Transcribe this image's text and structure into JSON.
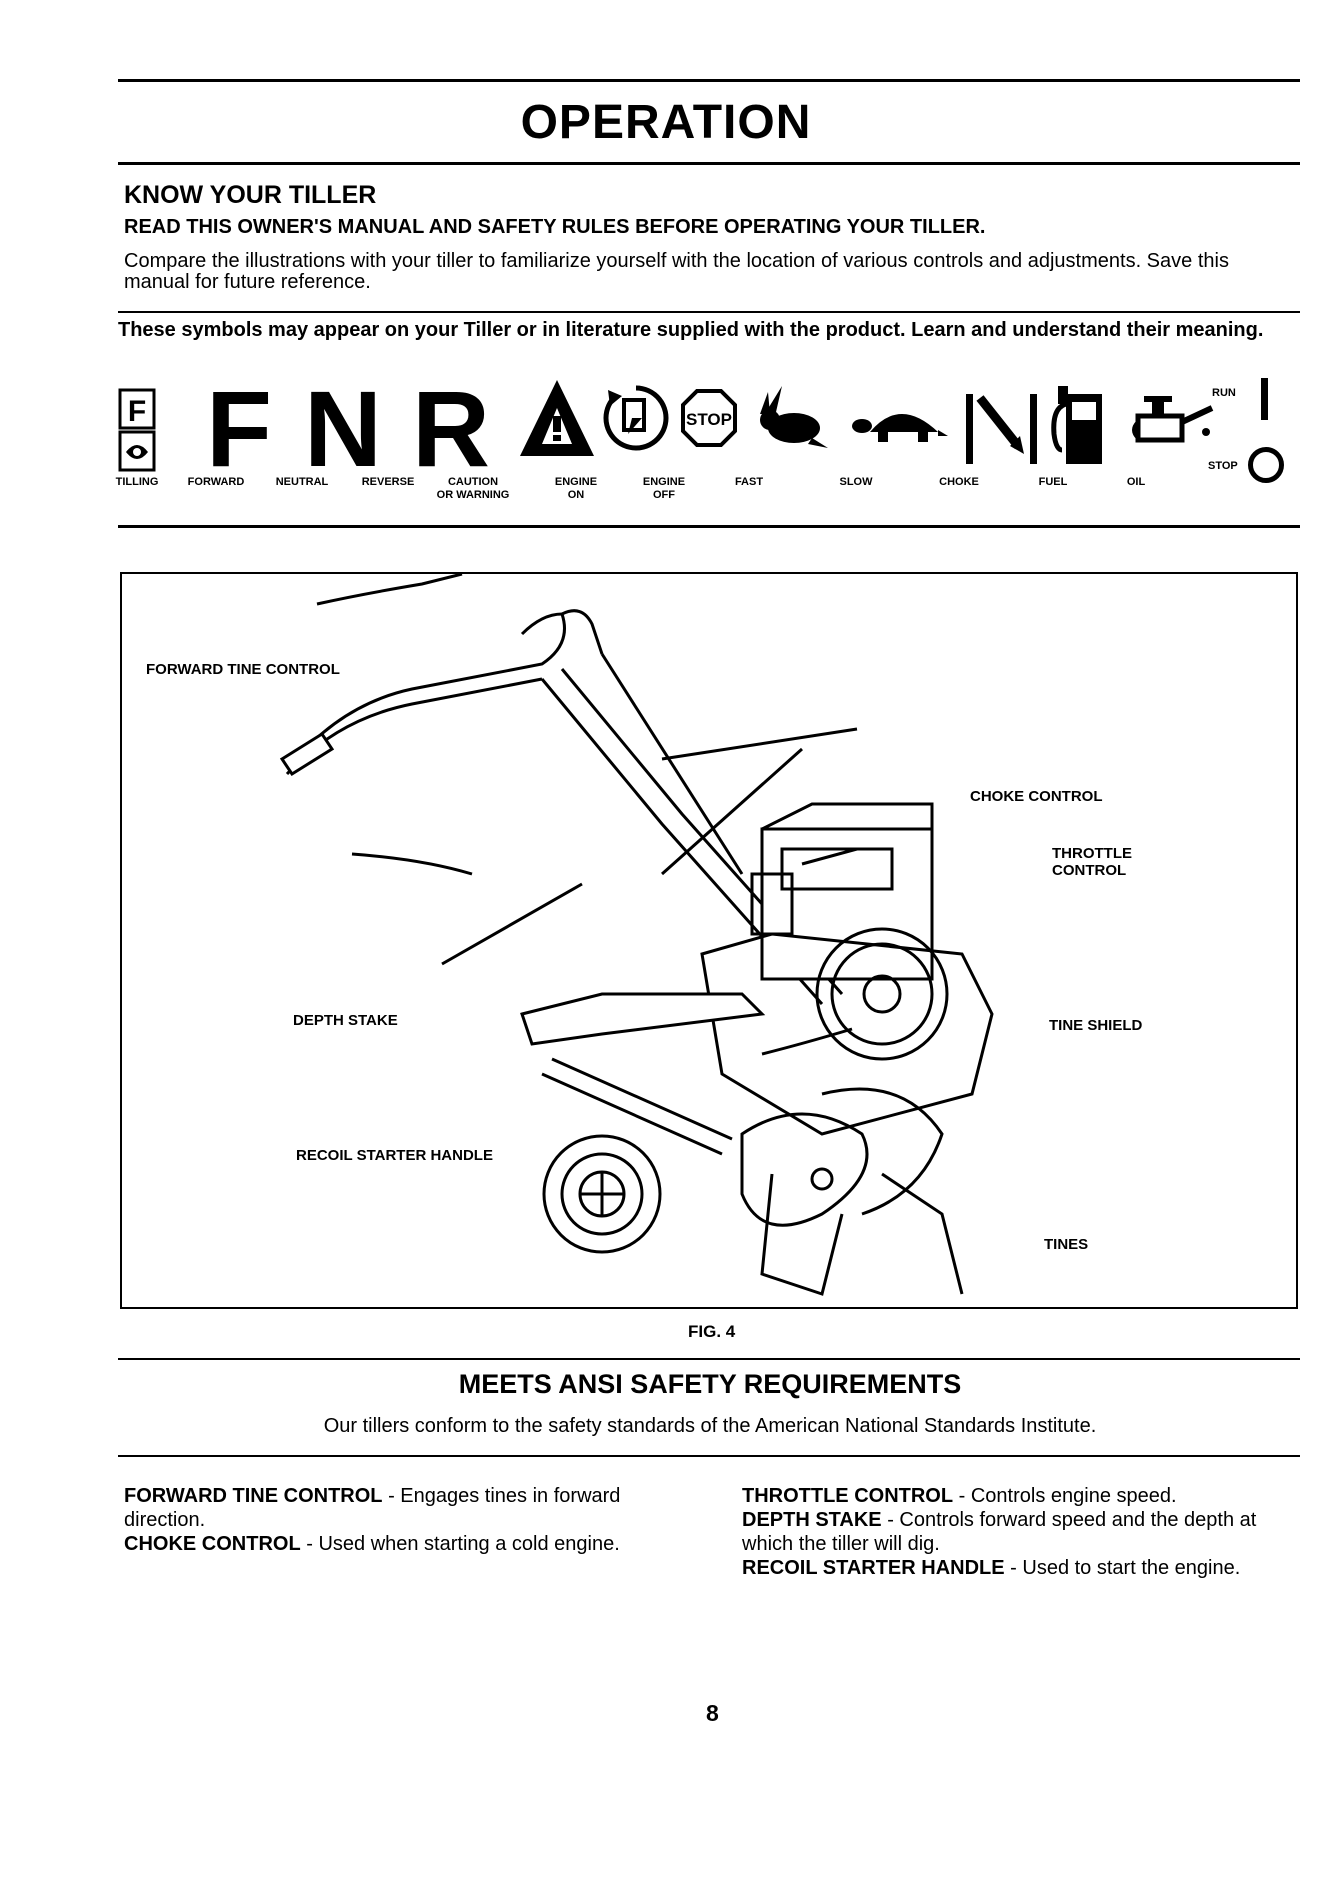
{
  "page_title": "OPERATION",
  "section_heading": "KNOW YOUR TILLER",
  "read_warning": "READ THIS OWNER'S MANUAL AND SAFETY RULES BEFORE OPERATING YOUR TILLER.",
  "intro_text": "Compare the illustrations with your tiller to familiarize yourself with the location of various controls and adjustments. Save this manual for future reference.",
  "symbols_intro": "These symbols may appear on your Tiller or in literature supplied with the product. Learn and understand their meaning.",
  "symbols": {
    "tilling": "TILLING",
    "forward_letter": "F",
    "forward": "FORWARD",
    "neutral_letter": "N",
    "neutral": "NEUTRAL",
    "reverse_letter": "R",
    "reverse": "REVERSE",
    "caution_1": "CAUTION",
    "caution_2": "OR WARNING",
    "engine_on_1": "ENGINE",
    "engine_on_2": "ON",
    "engine_off_1": "ENGINE",
    "engine_off_2": "OFF",
    "stop_sign_text": "STOP",
    "fast": "FAST",
    "slow": "SLOW",
    "choke": "CHOKE",
    "fuel": "FUEL",
    "oil": "OIL",
    "run": "RUN",
    "stop": "STOP",
    "tilling_icon_letter": "F"
  },
  "figure": {
    "callouts": {
      "forward_tine_control": "FORWARD TINE CONTROL",
      "choke_control": "CHOKE CONTROL",
      "throttle_control_1": "THROTTLE",
      "throttle_control_2": "CONTROL",
      "depth_stake": "DEPTH STAKE",
      "tine_shield": "TINE SHIELD",
      "recoil_starter_handle": "RECOIL STARTER HANDLE",
      "tines": "TINES"
    },
    "caption": "FIG. 4"
  },
  "ansi": {
    "heading": "MEETS ANSI SAFETY REQUIREMENTS",
    "text": "Our tillers conform to the safety standards of the American National Standards Institute."
  },
  "descriptions": {
    "forward_tine_term": "FORWARD TINE CONTROL",
    "forward_tine_text": " - Engages tines in forward direction.",
    "choke_term": "CHOKE CONTROL",
    "choke_text": " - Used when starting a cold engine.",
    "throttle_term": "THROTTLE CONTROL",
    "throttle_text": " - Controls engine speed.",
    "depth_term": "DEPTH STAKE",
    "depth_text": " - Controls forward speed and the depth at which the tiller will dig.",
    "recoil_term": "RECOIL STARTER HANDLE",
    "recoil_text": " - Used to start the engine."
  },
  "page_number": "8"
}
